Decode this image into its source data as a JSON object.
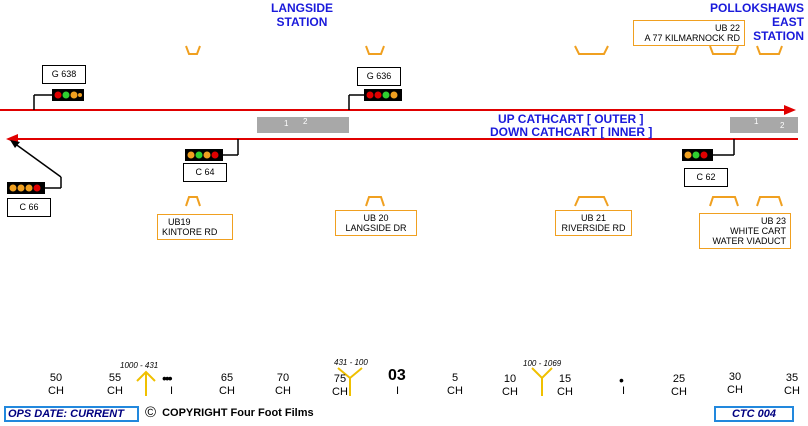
{
  "stations": {
    "langside": [
      "LANGSIDE",
      "STATION"
    ],
    "pollokshaws": [
      "POLLOKSHAWS EAST",
      "STATION"
    ]
  },
  "tracks": {
    "up_label": "UP CATHCART [ OUTER ]",
    "down_label": "DOWN CATHCART [ INNER ]",
    "up_color": "#e00000",
    "down_color": "#e00000"
  },
  "track_circuits": [
    {
      "labels": [
        "1",
        "2"
      ]
    },
    {
      "labels": [
        "1",
        "2"
      ]
    }
  ],
  "signals": [
    {
      "id": "G 638"
    },
    {
      "id": "G 636"
    },
    {
      "id": "C 64"
    },
    {
      "id": "C 62"
    },
    {
      "id": "C 66"
    }
  ],
  "bridges": [
    {
      "lines": [
        "UB19",
        "KINTORE RD"
      ]
    },
    {
      "lines": [
        "UB 20",
        "LANGSIDE  DR"
      ]
    },
    {
      "lines": [
        "UB 21",
        "RIVERSIDE RD"
      ]
    },
    {
      "lines": [
        "UB 22",
        "A 77 KILMARNOCK RD"
      ]
    },
    {
      "lines": [
        "UB 23",
        "WHITE CART",
        "WATER VIADUCT"
      ]
    }
  ],
  "mileage": {
    "chains": [
      {
        "n": "50",
        "unit": "CH"
      },
      {
        "n": "55",
        "unit": "CH"
      },
      {
        "n": "65",
        "unit": "CH"
      },
      {
        "n": "70",
        "unit": "CH"
      },
      {
        "n": "75",
        "unit": "CH"
      },
      {
        "n": "5",
        "unit": "CH"
      },
      {
        "n": "10",
        "unit": "CH"
      },
      {
        "n": "15",
        "unit": "CH"
      },
      {
        "n": "25",
        "unit": "CH"
      },
      {
        "n": "30",
        "unit": "CH"
      },
      {
        "n": "35",
        "unit": "CH"
      }
    ],
    "mile_post": "03",
    "junction_labels": [
      "1000 - 431",
      "431 - 100",
      "100 - 1069"
    ],
    "tick": "I",
    "dots_count": "•••",
    "dot": "•"
  },
  "footer": {
    "ops_date": "OPS DATE: CURRENT",
    "copyright_symbol": "©",
    "copyright": "COPYRIGHT Four Foot Films",
    "diagram_id": "CTC 004"
  },
  "colors": {
    "station_text": "#1a1adb",
    "bridge_outline": "#f0a020",
    "track_circuit": "#a8a8a8",
    "footer_border": "#2288dd"
  }
}
